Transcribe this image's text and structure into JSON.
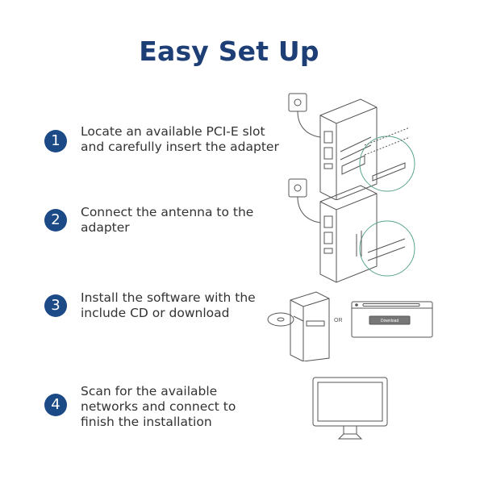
{
  "title": "Easy Set Up",
  "steps": [
    {
      "number": "1",
      "line1": "Locate an available PCI-E slot",
      "line2": "and carefully insert the adapter",
      "line3": ""
    },
    {
      "number": "2",
      "line1": "Connect the antenna to the",
      "line2": "adapter",
      "line3": ""
    },
    {
      "number": "3",
      "line1": "Install the software with the",
      "line2": "include CD or download",
      "line3": ""
    },
    {
      "number": "4",
      "line1": "Scan for the available",
      "line2": "networks and connect to",
      "line3": "finish the installation"
    }
  ],
  "illustrations": {
    "or_text": "OR",
    "download_button": "Download"
  },
  "colors": {
    "title": "#1d3f76",
    "badge": "#1b4a86",
    "line_art": "#555555",
    "accent_green": "#5aa58a"
  },
  "icons": [
    "pc-tower-with-card-icon",
    "pc-tower-with-antenna-icon",
    "cd-drive-icon",
    "browser-download-icon",
    "monitor-icon"
  ]
}
